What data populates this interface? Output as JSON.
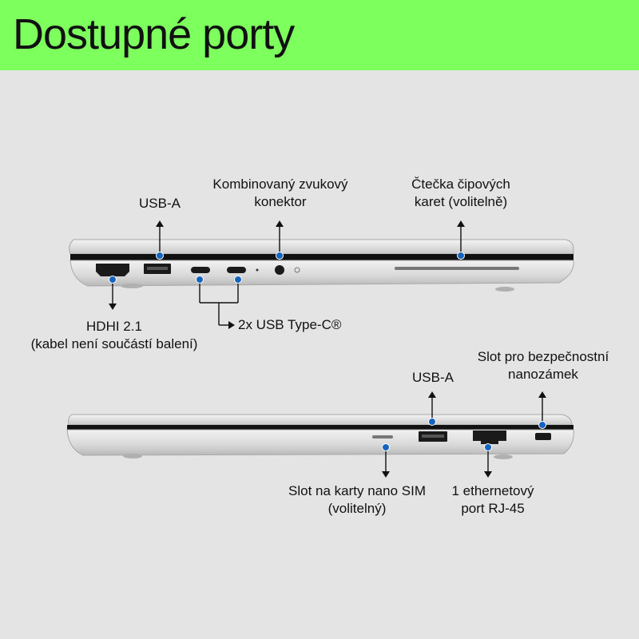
{
  "header": {
    "title": "Dostupné porty",
    "bg_color": "#7dff5e"
  },
  "top_view": {
    "labels": {
      "usb_a": "USB-A",
      "audio": [
        "Kombinovaný zvukový",
        "konektor"
      ],
      "card_reader": [
        "Čtečka čipových",
        "karet (volitelně)"
      ],
      "hdmi": [
        "HDHI 2.1",
        "(kabel není součástí balení)"
      ],
      "usb_c": "2x USB Type-C®"
    }
  },
  "bottom_view": {
    "labels": {
      "usb_a": "USB-A",
      "lock": [
        "Slot pro bezpečnostní",
        "nanozámek"
      ],
      "sim": [
        "Slot na karty nano SIM",
        "(volitelný)"
      ],
      "ethernet": [
        "1 ethernetový",
        "port RJ-45"
      ]
    }
  },
  "colors": {
    "marker": "#1565c0",
    "line": "#111111",
    "laptop": "#cfcfcf"
  }
}
